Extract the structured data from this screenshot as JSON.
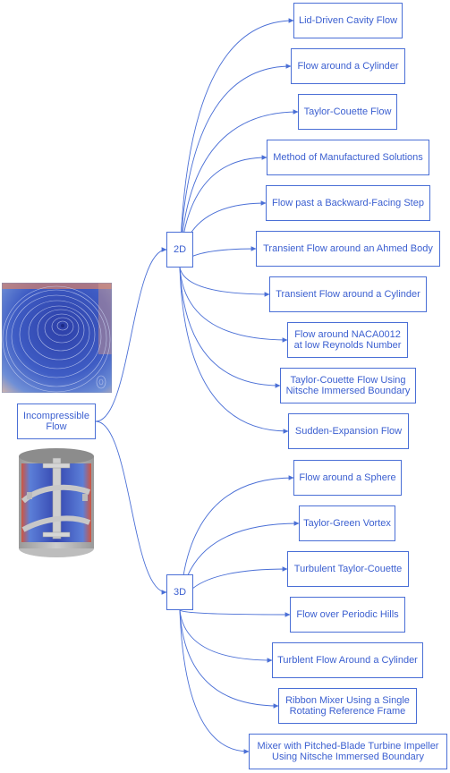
{
  "root": {
    "label": "Incompressible\nFlow"
  },
  "branches": [
    {
      "label": "2D",
      "cases": [
        "Lid-Driven Cavity Flow",
        "Flow around a Cylinder",
        "Taylor-Couette Flow",
        "Method of Manufactured Solutions",
        "Flow past a Backward-Facing Step",
        "Transient Flow around an Ahmed Body",
        "Transient Flow around a Cylinder",
        "Flow around NACA0012\nat low Reynolds Number",
        "Taylor-Couette Flow Using\nNitsche Immersed Boundary",
        "Sudden-Expansion Flow"
      ]
    },
    {
      "label": "3D",
      "cases": [
        "Flow around a Sphere",
        "Taylor-Green Vortex",
        "Turbulent Taylor-Couette",
        "Flow over Periodic Hills",
        "Turblent Flow Around a Cylinder",
        "Ribbon Mixer Using a Single\nRotating Reference Frame",
        "Mixer with Pitched-Blade Turbine Impeller\nUsing Nitsche Immersed Boundary"
      ]
    }
  ],
  "colors": {
    "accent": "#4a6fd6",
    "text": "#3b5fd0"
  }
}
